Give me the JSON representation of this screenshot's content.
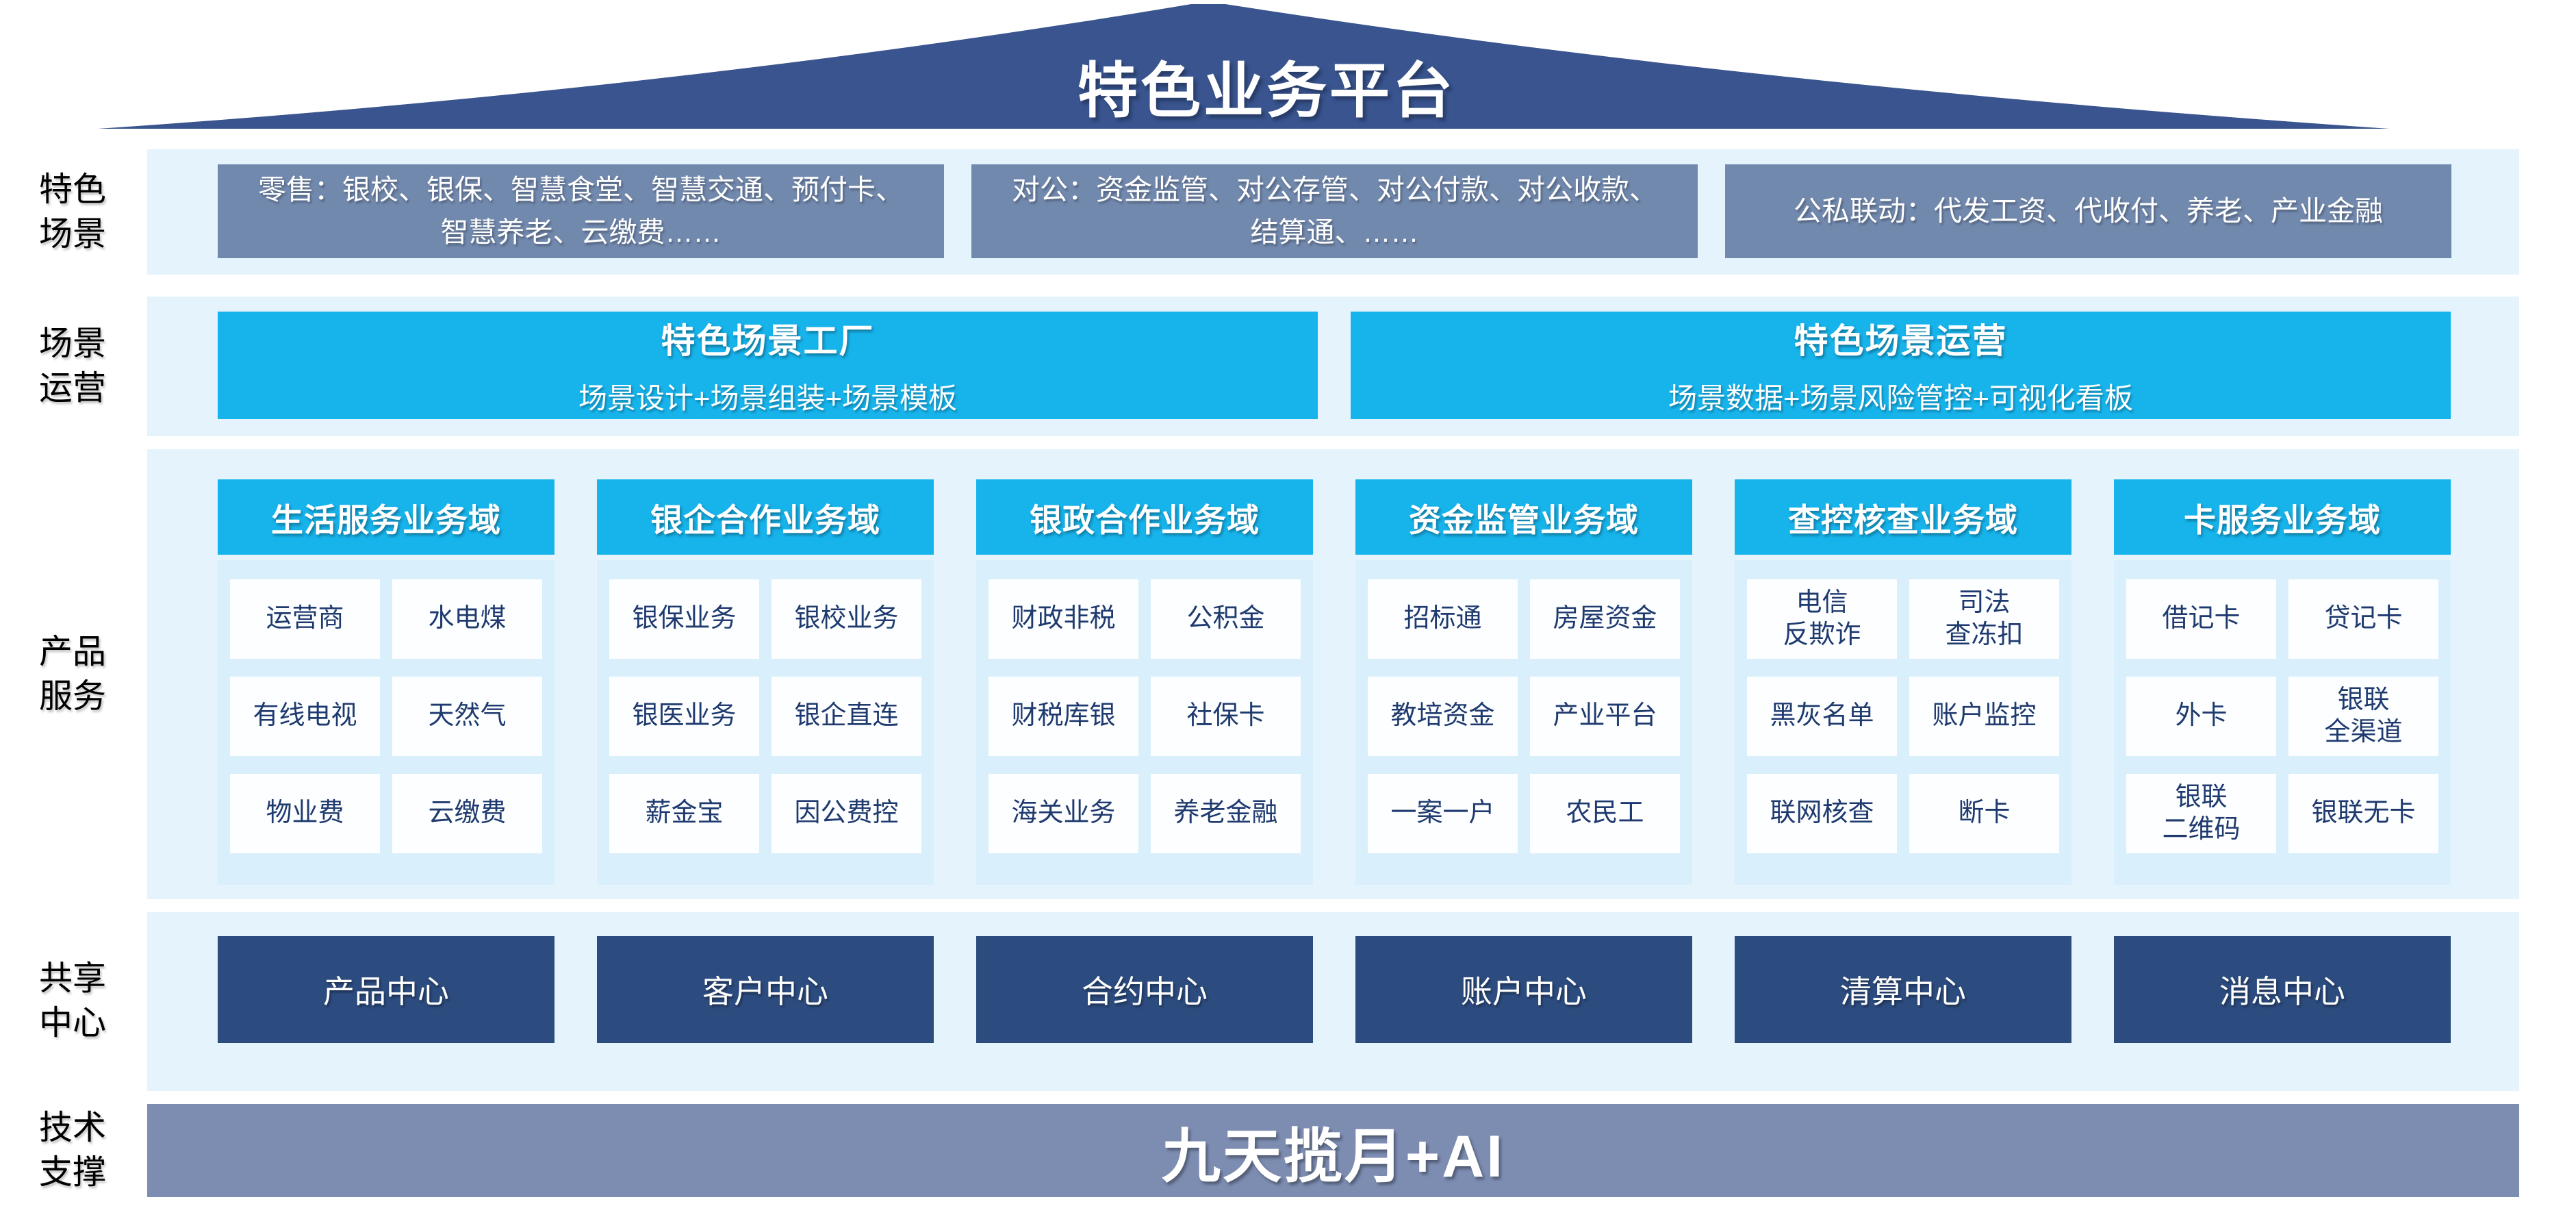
{
  "roof": {
    "title": "特色业务平台"
  },
  "side_labels": [
    {
      "id": "scenario",
      "text": "特色\n场景"
    },
    {
      "id": "operation",
      "text": "场景\n运营"
    },
    {
      "id": "product",
      "text": "产品\n服务"
    },
    {
      "id": "shared",
      "text": "共享\n中心"
    },
    {
      "id": "tech",
      "text": "技术\n支撑"
    }
  ],
  "scenario_boxes": [
    {
      "text": "零售：银校、银保、智慧食堂、智慧交通、预付卡、智慧养老、云缴费……"
    },
    {
      "text": "对公：资金监管、对公存管、对公付款、对公收款、结算通、……"
    },
    {
      "text": "公私联动：代发工资、代收付、养老、产业金融"
    }
  ],
  "operation_boxes": [
    {
      "title": "特色场景工厂",
      "subtitle": "场景设计+场景组装+场景模板"
    },
    {
      "title": "特色场景运营",
      "subtitle": "场景数据+场景风险管控+可视化看板"
    }
  ],
  "product_domains": [
    {
      "header": "生活服务业务域",
      "cells": [
        "运营商",
        "水电煤",
        "有线电视",
        "天然气",
        "物业费",
        "云缴费"
      ]
    },
    {
      "header": "银企合作业务域",
      "cells": [
        "银保业务",
        "银校业务",
        "银医业务",
        "银企直连",
        "薪金宝",
        "因公费控"
      ]
    },
    {
      "header": "银政合作业务域",
      "cells": [
        "财政非税",
        "公积金",
        "财税库银",
        "社保卡",
        "海关业务",
        "养老金融"
      ]
    },
    {
      "header": "资金监管业务域",
      "cells": [
        "招标通",
        "房屋资金",
        "教培资金",
        "产业平台",
        "一案一户",
        "农民工"
      ]
    },
    {
      "header": "查控核查业务域",
      "cells": [
        "电信\n反欺诈",
        "司法\n查冻扣",
        "黑灰名单",
        "账户监控",
        "联网核查",
        "断卡"
      ]
    },
    {
      "header": "卡服务业务域",
      "cells": [
        "借记卡",
        "贷记卡",
        "外卡",
        "银联\n全渠道",
        "银联\n二维码",
        "银联无卡"
      ]
    }
  ],
  "shared_centers": [
    "产品中心",
    "客户中心",
    "合约中心",
    "账户中心",
    "清算中心",
    "消息中心"
  ],
  "tech_bar": {
    "label": "九天揽月+AI"
  },
  "colors": {
    "roof": "#39548E",
    "scenario_box": "#7289AE",
    "band": "#E4F3FC",
    "cyan": "#17B4EC",
    "panel_body": "#D9F0FC",
    "cell_bg": "#FDFEFF",
    "cell_text": "#1E3A6E",
    "shared_box": "#2C4B7E",
    "tech_bar": "#7D8DB2"
  }
}
